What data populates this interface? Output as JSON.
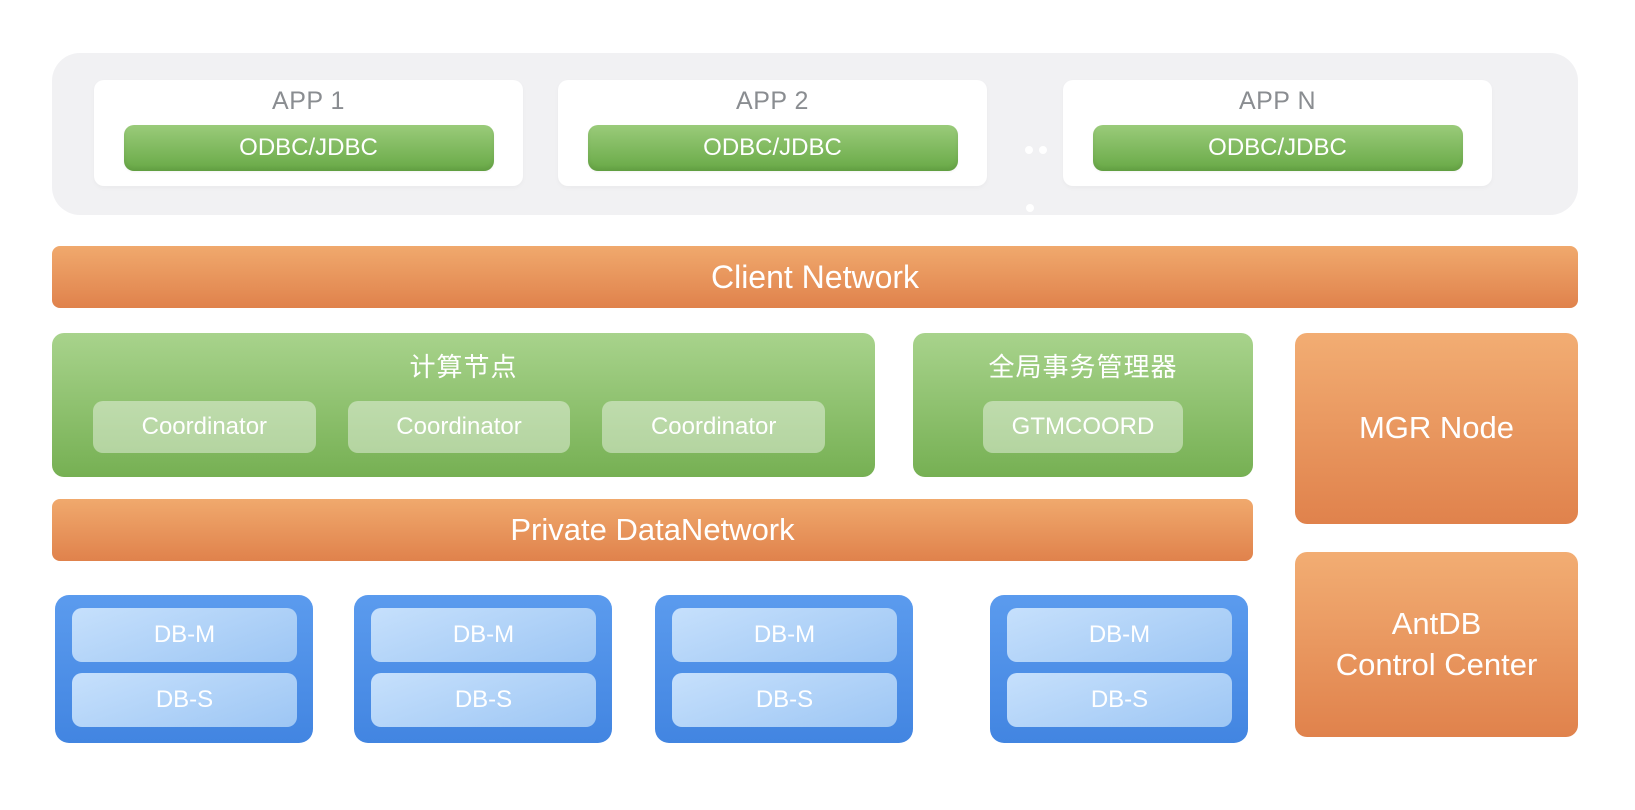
{
  "app_layer": {
    "apps": [
      {
        "title": "APP 1",
        "connector": "ODBC/JDBC"
      },
      {
        "title": "APP 2",
        "connector": "ODBC/JDBC"
      },
      {
        "title": "APP N",
        "connector": "ODBC/JDBC"
      }
    ],
    "ellipsis": "more apps"
  },
  "client_network": {
    "label": "Client Network"
  },
  "compute": {
    "title": "计算节点",
    "nodes": [
      "Coordinator",
      "Coordinator",
      "Coordinator"
    ]
  },
  "gtm": {
    "title": "全局事务管理器",
    "node": "GTMCOORD"
  },
  "mgr": {
    "label": "MGR Node"
  },
  "private_network": {
    "label": "Private DataNetwork"
  },
  "data_shards": [
    {
      "master": "DB-M",
      "slave": "DB-S"
    },
    {
      "master": "DB-M",
      "slave": "DB-S"
    },
    {
      "master": "DB-M",
      "slave": "DB-S"
    },
    {
      "master": "DB-M",
      "slave": "DB-S"
    }
  ],
  "control_center": {
    "line1": "AntDB",
    "line2": "Control Center"
  },
  "colors": {
    "orange-top": "#f0a96d",
    "orange-bottom": "#e0824c",
    "green-top": "#a8d38c",
    "green-bottom": "#76b053",
    "green-btn-top": "#9acb7a",
    "green-btn-bottom": "#68a946",
    "blue-top": "#5b9bee",
    "blue-bottom": "#4285e1",
    "blue-btn-top": "#c6e0fc",
    "blue-btn-bottom": "#9dc6f4",
    "panel-gray": "#f1f1f3",
    "app-title-gray": "#8a8d91",
    "text-white": "#ffffff"
  }
}
